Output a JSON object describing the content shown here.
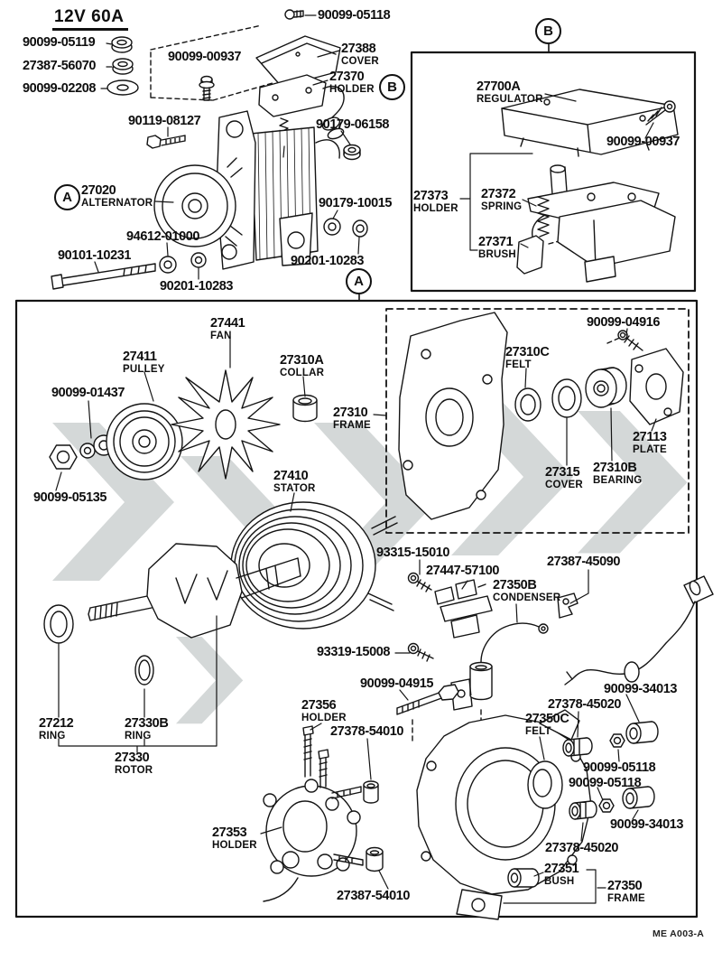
{
  "title": {
    "rating": "12V 60A"
  },
  "markers": {
    "a": "A",
    "b": "B"
  },
  "footer": {
    "drawing_code": "ME A003-A"
  },
  "colors": {
    "ink": "#141414",
    "watermark": "#d4d8d8",
    "background": "#ffffff"
  },
  "top": {
    "labels": [
      {
        "num": "90099-05119"
      },
      {
        "num": "27387-56070"
      },
      {
        "num": "90099-02208"
      },
      {
        "num": "90099-00937"
      },
      {
        "num": "90099-05118"
      },
      {
        "num": "27388",
        "name": "COVER"
      },
      {
        "num": "27370",
        "name": "HOLDER"
      },
      {
        "num": "90119-08127"
      },
      {
        "num": "90179-06158"
      },
      {
        "num": "27020",
        "name": "ALTERNATOR"
      },
      {
        "num": "90179-10015"
      },
      {
        "num": "94612-01000"
      },
      {
        "num": "90101-10231"
      },
      {
        "num": "90201-10283"
      },
      {
        "num": "90201-10283"
      }
    ]
  },
  "reg": {
    "labels": [
      {
        "num": "27700A",
        "name": "REGULATOR"
      },
      {
        "num": "90099-00937"
      },
      {
        "num": "27373",
        "name": "HOLDER"
      },
      {
        "num": "27372",
        "name": "SPRING"
      },
      {
        "num": "27371",
        "name": "BRUSH"
      }
    ]
  },
  "main": {
    "labels": [
      {
        "num": "27441",
        "name": "FAN"
      },
      {
        "num": "27411",
        "name": "PULLEY"
      },
      {
        "num": "27310A",
        "name": "COLLAR"
      },
      {
        "num": "90099-01437"
      },
      {
        "num": "27310",
        "name": "FRAME"
      },
      {
        "num": "90099-05135"
      },
      {
        "num": "27410",
        "name": "STATOR"
      },
      {
        "num": "90099-04916"
      },
      {
        "num": "27310C",
        "name": "FELT"
      },
      {
        "num": "27113",
        "name": "PLATE"
      },
      {
        "num": "27315",
        "name": "COVER"
      },
      {
        "num": "27310B",
        "name": "BEARING"
      },
      {
        "num": "93315-15010"
      },
      {
        "num": "27447-57100"
      },
      {
        "num": "27387-45090"
      },
      {
        "num": "27350B",
        "name": "CONDENSER"
      },
      {
        "num": "93319-15008"
      },
      {
        "num": "90099-04915"
      },
      {
        "num": "27356",
        "name": "HOLDER"
      },
      {
        "num": "27378-54010"
      },
      {
        "num": "27350C",
        "name": "FELT"
      },
      {
        "num": "27378-45020"
      },
      {
        "num": "90099-34013"
      },
      {
        "num": "90099-05118"
      },
      {
        "num": "90099-05118"
      },
      {
        "num": "27212",
        "name": "RING"
      },
      {
        "num": "27330B",
        "name": "RING"
      },
      {
        "num": "27330",
        "name": "ROTOR"
      },
      {
        "num": "27353",
        "name": "HOLDER"
      },
      {
        "num": "90099-34013"
      },
      {
        "num": "27378-45020"
      },
      {
        "num": "27387-54010"
      },
      {
        "num": "27351",
        "name": "BUSH"
      },
      {
        "num": "27350",
        "name": "FRAME"
      }
    ]
  }
}
